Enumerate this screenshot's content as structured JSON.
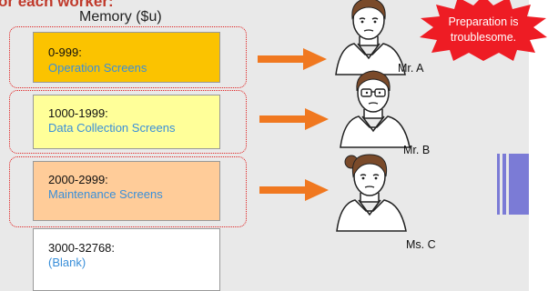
{
  "header": {
    "title_fragment": "or each worker:",
    "memory_title": "Memory ($u)"
  },
  "memory_blocks": [
    {
      "range": "0-999:",
      "desc": "Operation Screens",
      "color": "#fbc300"
    },
    {
      "range": "1000-1999:",
      "desc": "Data Collection Screens",
      "color": "#ffff99"
    },
    {
      "range": "2000-2999:",
      "desc": "Maintenance Screens",
      "color": "#ffcc99"
    },
    {
      "range": "3000-32768:",
      "desc": "(Blank)",
      "color": "#ffffff"
    }
  ],
  "workers": [
    {
      "label": "Mr. A"
    },
    {
      "label": "Mr. B"
    },
    {
      "label": "Ms. C"
    }
  ],
  "callout": {
    "line1": "Preparation is",
    "line2": "troublesome.",
    "color": "#ee1c24"
  },
  "colors": {
    "arrow": "#f07820",
    "group_border": "#e02020",
    "desc_text": "#3a8fd9",
    "side_marker": "#7b7bd6"
  }
}
